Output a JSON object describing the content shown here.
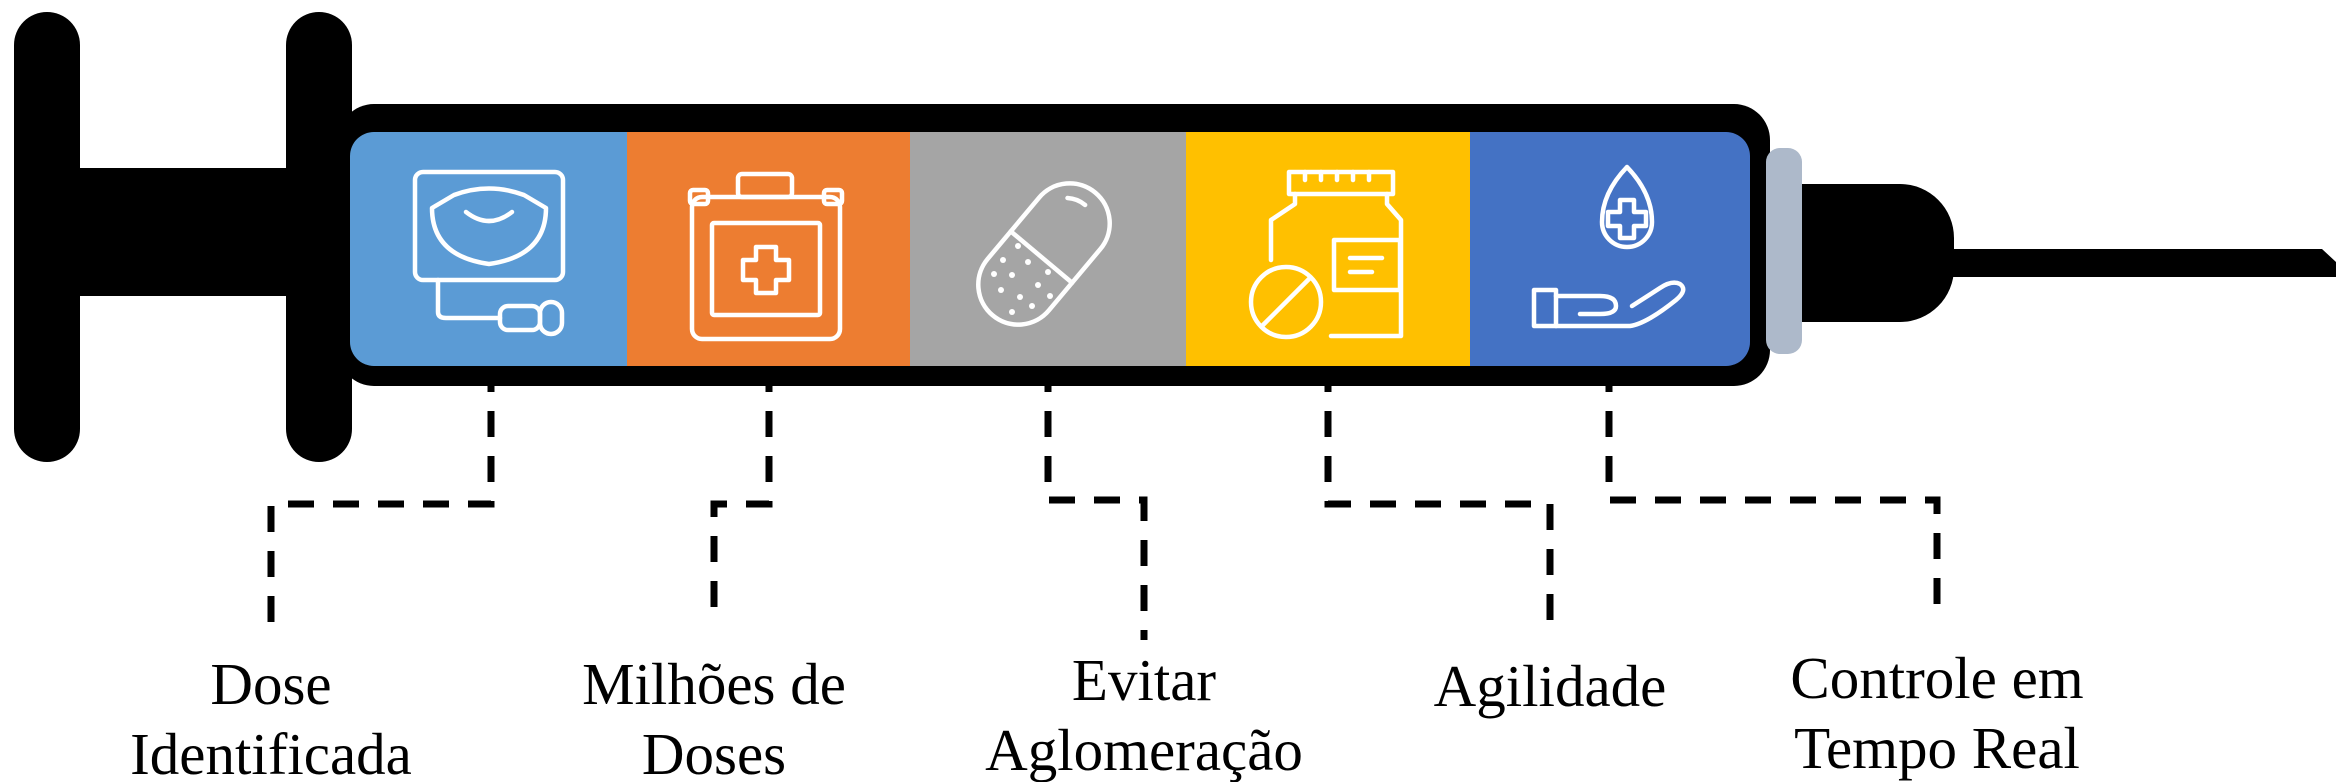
{
  "segments": [
    {
      "label_line1": "Dose",
      "label_line2": "Identificada",
      "color": "#5b9bd5",
      "icon": "ultrasound-monitor-icon"
    },
    {
      "label_line1": "Milhões de",
      "label_line2": "Doses",
      "color": "#ed7d31",
      "icon": "first-aid-kit-icon"
    },
    {
      "label_line1": "Evitar",
      "label_line2": "Aglomeração",
      "color": "#a5a5a5",
      "icon": "capsule-pill-icon"
    },
    {
      "label_line1": "Agilidade",
      "label_line2": "",
      "color": "#ffc000",
      "icon": "medicine-bottle-icon"
    },
    {
      "label_line1": "Controle em",
      "label_line2": "Tempo Real",
      "color": "#4472c4",
      "icon": "hand-blood-drop-icon"
    }
  ],
  "syringe": {
    "body_color": "#000000",
    "hub_color": "#adb9ca"
  }
}
